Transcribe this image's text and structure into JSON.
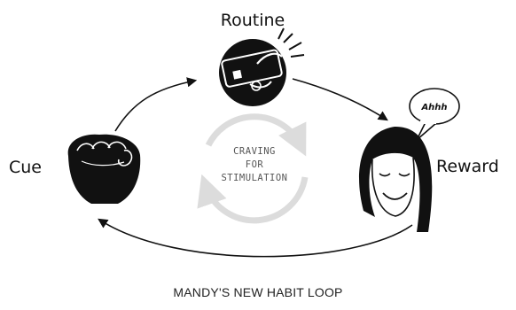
{
  "nodes": {
    "routine": {
      "label": "Routine",
      "icon": "hand-tapping-phone-icon"
    },
    "reward": {
      "label": "Reward",
      "icon": "smiling-woman-icon"
    },
    "cue": {
      "label": "Cue",
      "icon": "clenched-fist-icon"
    }
  },
  "speech_bubble": {
    "text": "Ahhh"
  },
  "center": {
    "lines": [
      "CRAVING",
      "FOR",
      "STIMULATION"
    ]
  },
  "caption": "MANDY'S NEW HABIT LOOP",
  "colors": {
    "ink": "#111111",
    "cycle_arrows": "#dcdcdc",
    "center_text": "#555555"
  }
}
